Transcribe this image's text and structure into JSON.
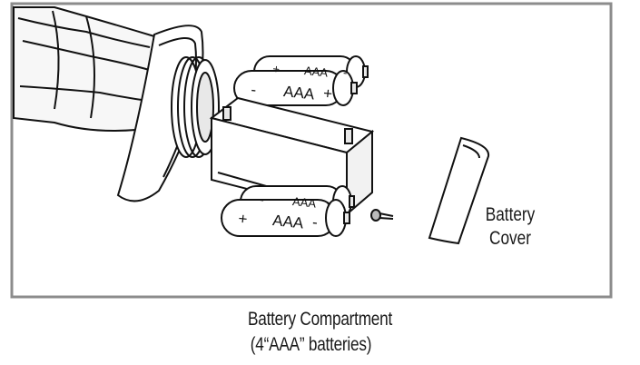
{
  "labels": {
    "battery_cover_line1": "Battery",
    "battery_cover_line2": "Cover",
    "caption_line1": "Battery Compartment",
    "caption_line2": "(4“AAA” batteries)"
  },
  "batteries": [
    {
      "id": "top-back",
      "left_sign": "+",
      "type": "AAA",
      "right_sign": "-"
    },
    {
      "id": "top-front",
      "left_sign": "-",
      "type": "AAA",
      "right_sign": "+"
    },
    {
      "id": "bottom-back",
      "left_sign": "-",
      "type": "AAA",
      "right_sign": "-"
    },
    {
      "id": "bottom-front",
      "left_sign": "+",
      "type": "AAA",
      "right_sign": "-"
    }
  ],
  "colors": {
    "frame": "#8c8c8c",
    "line": "#111111",
    "shade": "#e8e8e8"
  }
}
